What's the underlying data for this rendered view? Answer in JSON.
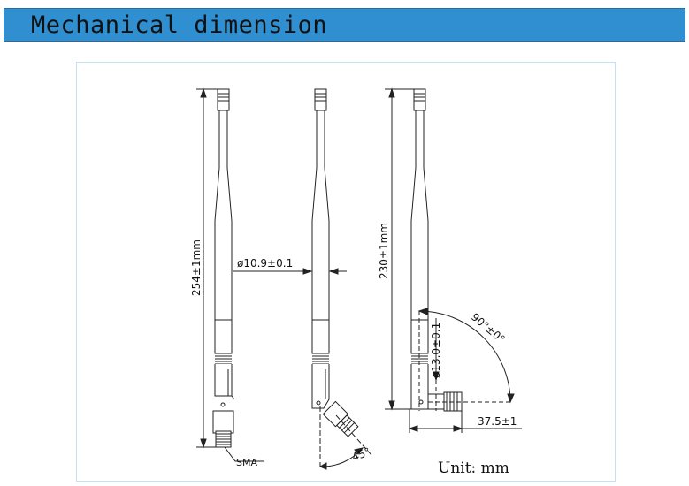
{
  "header": {
    "title": "Mechanical dimension",
    "color": "#2f8fd0"
  },
  "dimensions": {
    "total_length_straight": "254±1mm",
    "diameter": "ø10.9±0.1",
    "total_length_bent": "230±1mm",
    "connector_diameter": "ø13.0±0.1",
    "bend_angle_right": "90°±0°",
    "bend_angle_tilt": "45°",
    "offset_length": "37.5±1",
    "connector_label": "SMA"
  },
  "footer": {
    "unit_label": "Unit: mm"
  }
}
